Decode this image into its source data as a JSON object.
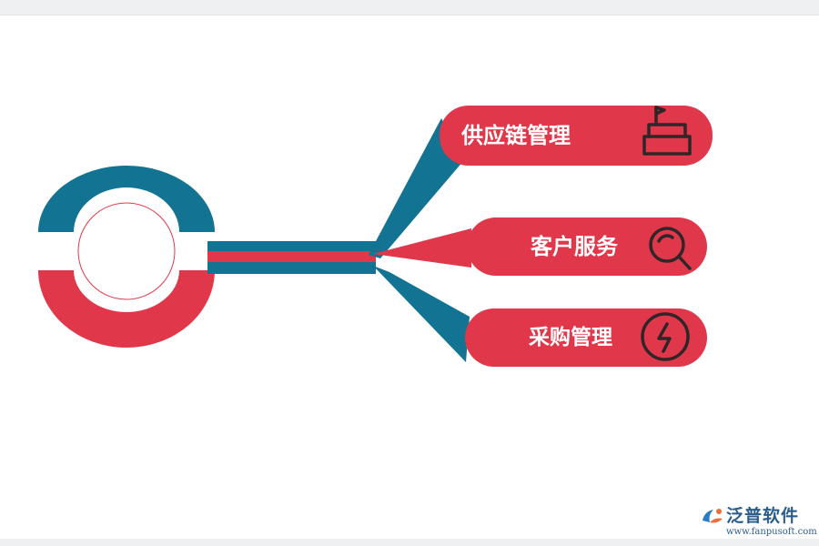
{
  "colors": {
    "teal": "#137393",
    "red": "#e0384a",
    "icon_stroke": "#2e2628",
    "label_text": "#ffffff",
    "brand": "#2b5d8c"
  },
  "nodes": [
    {
      "label": "供应链管理",
      "icon": "flag-on-stand-icon"
    },
    {
      "label": "客户服务",
      "icon": "magnifier-icon"
    },
    {
      "label": "采购管理",
      "icon": "lightning-bolt-icon"
    }
  ],
  "watermark": {
    "name": "泛普软件",
    "domain": "www.fanpusoft.com",
    "icon": "fanpu-logo-icon"
  }
}
